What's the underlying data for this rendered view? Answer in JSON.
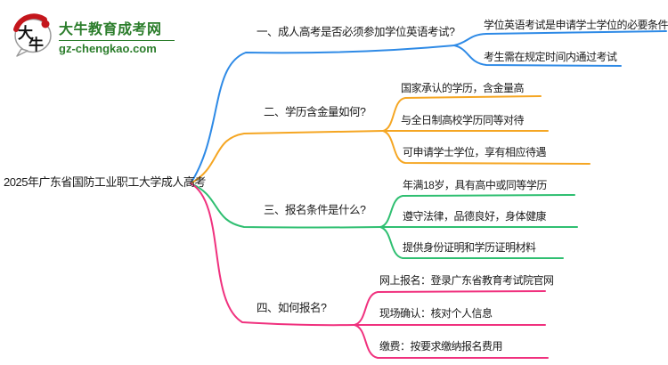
{
  "logo": {
    "icon_chars": "大牛",
    "title": "大牛教育成考网",
    "url": "gz-chengkao.com",
    "brand_green": "#2b7d2b",
    "seal_red": "#c4161c"
  },
  "root": {
    "label": "2025年广东省国防工业职工大学成人高考"
  },
  "colors": {
    "branch1": "#2E8AE6",
    "branch2": "#F5A623",
    "branch3": "#2FBF71",
    "branch4": "#F0317E"
  },
  "branches": [
    {
      "label": "一、成人高考是否必须参加学位英语考试?",
      "color": "#2E8AE6",
      "children": [
        "学位英语考试是申请学士学位的必要条件",
        "考生需在规定时间内通过考试"
      ]
    },
    {
      "label": "二、学历含金量如何?",
      "color": "#F5A623",
      "children": [
        "国家承认的学历，含金量高",
        "与全日制高校学历同等对待",
        "可申请学士学位，享有相应待遇"
      ]
    },
    {
      "label": "三、报名条件是什么?",
      "color": "#2FBF71",
      "children": [
        "年满18岁，具有高中或同等学历",
        "遵守法律，品德良好，身体健康",
        "提供身份证明和学历证明材料"
      ]
    },
    {
      "label": "四、如何报名?",
      "color": "#F0317E",
      "children": [
        "网上报名：登录广东省教育考试院官网",
        "现场确认：核对个人信息",
        "缴费：按要求缴纳报名费用"
      ]
    }
  ]
}
